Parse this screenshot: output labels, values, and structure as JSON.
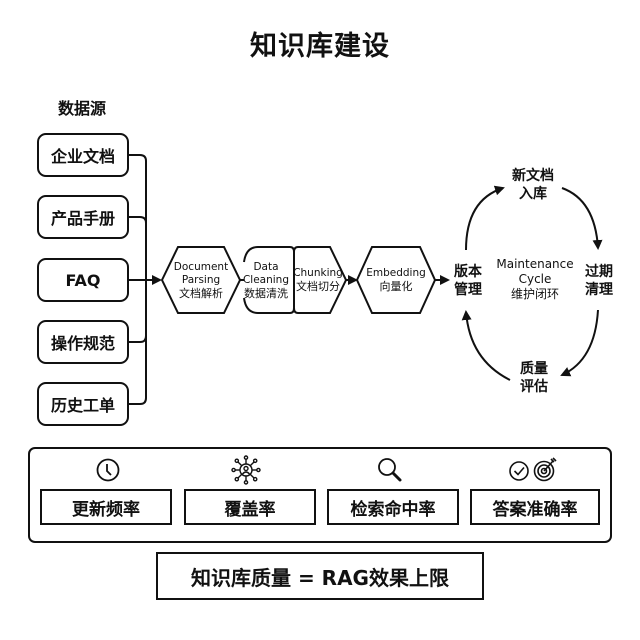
{
  "title": "知识库建设",
  "data_sources": {
    "label": "数据源",
    "items": [
      "企业文档",
      "产品手册",
      "FAQ",
      "操作规范",
      "历史工单"
    ]
  },
  "pipeline": [
    {
      "en": "Document",
      "en2": "Parsing",
      "zh": "文档解析"
    },
    {
      "en": "Data",
      "en2": "Cleaning",
      "zh": "数据清洗"
    },
    {
      "en": "Chunking",
      "en2": "",
      "zh": "文档切分"
    },
    {
      "en": "Embedding",
      "en2": "",
      "zh": "向量化"
    }
  ],
  "cycle": {
    "center_en1": "Maintenance",
    "center_en2": "Cycle",
    "center_zh": "维护闭环",
    "nodes": [
      {
        "line1": "新文档",
        "line2": "入库"
      },
      {
        "line1": "过期",
        "line2": "清理"
      },
      {
        "line1": "质量",
        "line2": "评估"
      },
      {
        "line1": "版本",
        "line2": "管理"
      }
    ]
  },
  "metrics": [
    {
      "label": "更新频率",
      "icon": "clock-icon"
    },
    {
      "label": "覆盖率",
      "icon": "network-user-icon"
    },
    {
      "label": "检索命中率",
      "icon": "magnifier-icon"
    },
    {
      "label": "答案准确率",
      "icon": "check-target-icon"
    }
  ],
  "footer": "知识库质量 = RAG效果上限",
  "colors": {
    "stroke": "#111111",
    "background": "#ffffff"
  }
}
